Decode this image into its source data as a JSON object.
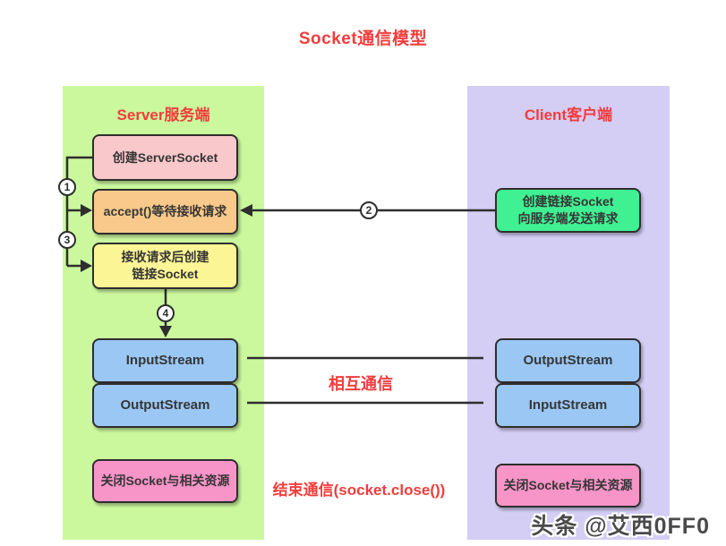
{
  "title": "Socket通信模型",
  "server": {
    "header": "Server服务端",
    "boxes": [
      {
        "label": "创建ServerSocket"
      },
      {
        "label": "accept()等待接收请求"
      },
      {
        "label": "接收请求后创建",
        "label2": "链接Socket"
      },
      {
        "label": "InputStream"
      },
      {
        "label": "OutputStream"
      },
      {
        "label": "关闭Socket与相关资源"
      }
    ]
  },
  "client": {
    "header": "Client客户端",
    "boxes": [
      {
        "label": "创建链接Socket",
        "label2": "向服务端发送请求"
      },
      {
        "label": "OutputStream"
      },
      {
        "label": "InputStream"
      },
      {
        "label": "关闭Socket与相关资源"
      }
    ]
  },
  "steps": [
    "1",
    "2",
    "3",
    "4"
  ],
  "annotations": {
    "mutual": "相互通信",
    "close": "结束通信(socket.close())"
  },
  "watermark": "头条 @艾西0FF0",
  "colors": {
    "accent_red": "#f23c3c",
    "server_panel": "#cbf89d",
    "client_panel": "#d4cdf4",
    "box_pink": "#f8c8cb",
    "box_orange": "#f8c98a",
    "box_yellow": "#fcf595",
    "box_blue": "#9bc7f4",
    "box_magenta": "#f794c8",
    "box_green": "#3ff192",
    "line": "#2e2e2e"
  }
}
